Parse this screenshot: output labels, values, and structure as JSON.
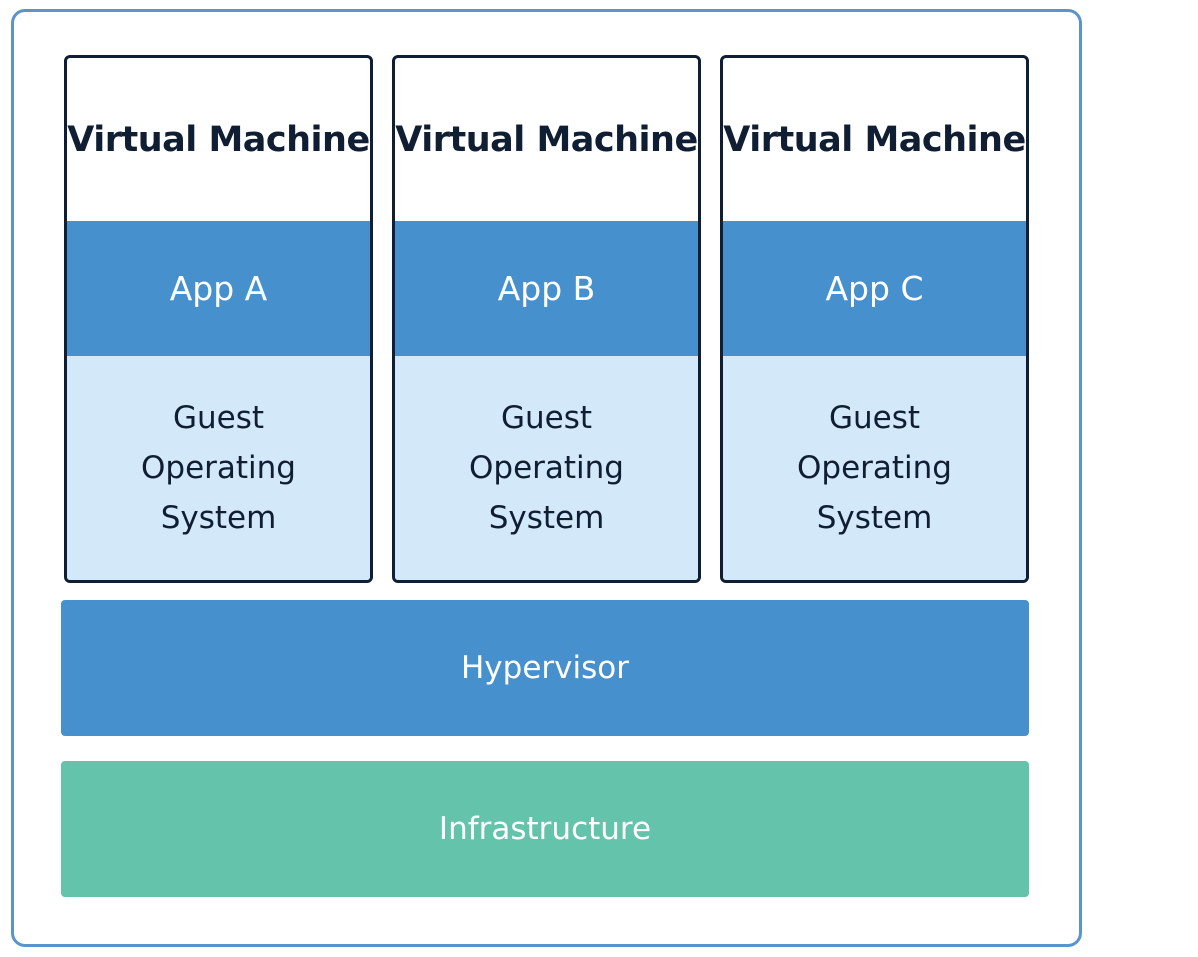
{
  "virtual_machines": [
    {
      "title": "Virtual Machine",
      "app": "App A",
      "guest_os": "Guest Operating System"
    },
    {
      "title": "Virtual Machine",
      "app": "App B",
      "guest_os": "Guest Operating System"
    },
    {
      "title": "Virtual Machine",
      "app": "App C",
      "guest_os": "Guest Operating System"
    }
  ],
  "layers": {
    "hypervisor": "Hypervisor",
    "infrastructure": "Infrastructure"
  },
  "colors": {
    "frame_border": "#5b94cc",
    "vm_border": "#0f1e33",
    "app_fill": "#4790ce",
    "guest_os_fill": "#d3e8f8",
    "hypervisor_fill": "#4790ce",
    "infrastructure_fill": "#64c3ab"
  }
}
